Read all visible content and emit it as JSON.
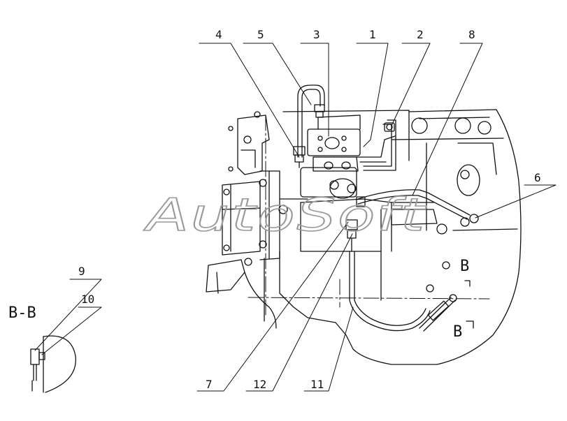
{
  "diagram": {
    "callouts": [
      "1",
      "2",
      "3",
      "4",
      "5",
      "6",
      "7",
      "8",
      "9",
      "10",
      "11",
      "12"
    ],
    "section_title": "B-B",
    "section_marks": [
      "B",
      "B"
    ],
    "watermark": "AutoSoft"
  },
  "colors": {
    "line": "#111111",
    "watermark": "#9a9a9a",
    "background": "#ffffff"
  }
}
